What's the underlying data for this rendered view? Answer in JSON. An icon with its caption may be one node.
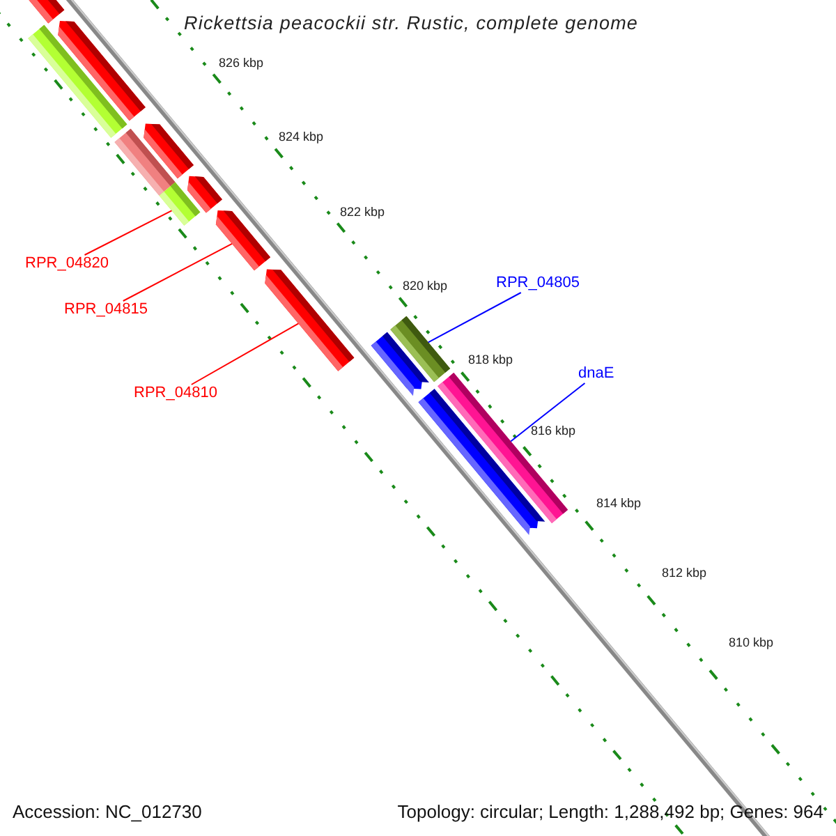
{
  "diagram": {
    "title": "Rickettsia peacockii str. Rustic, complete genome",
    "nodes": [
      {
        "text": [
          "RPR_04820"
        ]
      },
      {
        "text": [
          "RPR_04815"
        ]
      },
      {
        "text": [
          "RPR_04810"
        ]
      },
      {
        "text": [
          "RPR_04805"
        ]
      },
      {
        "text": [
          "dnaE"
        ]
      },
      {
        "text": [],
        "shape": "bar"
      },
      {
        "text": [],
        "shape": "bar"
      },
      {
        "text": [],
        "shape": "bar"
      },
      {
        "text": [],
        "shape": "bar"
      },
      {
        "text": [],
        "shape": "bar"
      },
      {
        "text": [],
        "shape": "bar"
      },
      {
        "text": [],
        "shape": "bar"
      },
      {
        "text": [],
        "shape": "bar"
      },
      {
        "text": [],
        "shape": "bar"
      },
      {
        "text": [],
        "shape": "bar"
      },
      {
        "text": [],
        "shape": "bar"
      },
      {
        "text": [],
        "shape": "bar"
      },
      {
        "text": [],
        "shape": "bar"
      }
    ],
    "edges": [
      {
        "from": 0,
        "to": 10,
        "arrow": "none"
      },
      {
        "from": 1,
        "to": 12,
        "arrow": "none"
      },
      {
        "from": 2,
        "to": 13,
        "arrow": "none"
      },
      {
        "from": 3,
        "to": 15,
        "arrow": "none",
        "color": "#0000ff"
      },
      {
        "from": 4,
        "to": 17,
        "arrow": "none",
        "color": "#0000ff"
      }
    ],
    "labels": [
      "826 kbp",
      "824 kbp",
      "822 kbp",
      "820 kbp",
      "818 kbp",
      "816 kbp",
      "814 kbp",
      "812 kbp",
      "810 kbp",
      "Accession: NC_012730",
      "Topology: circular; Length: 1,288,492 bp; Genes: 964"
    ]
  }
}
